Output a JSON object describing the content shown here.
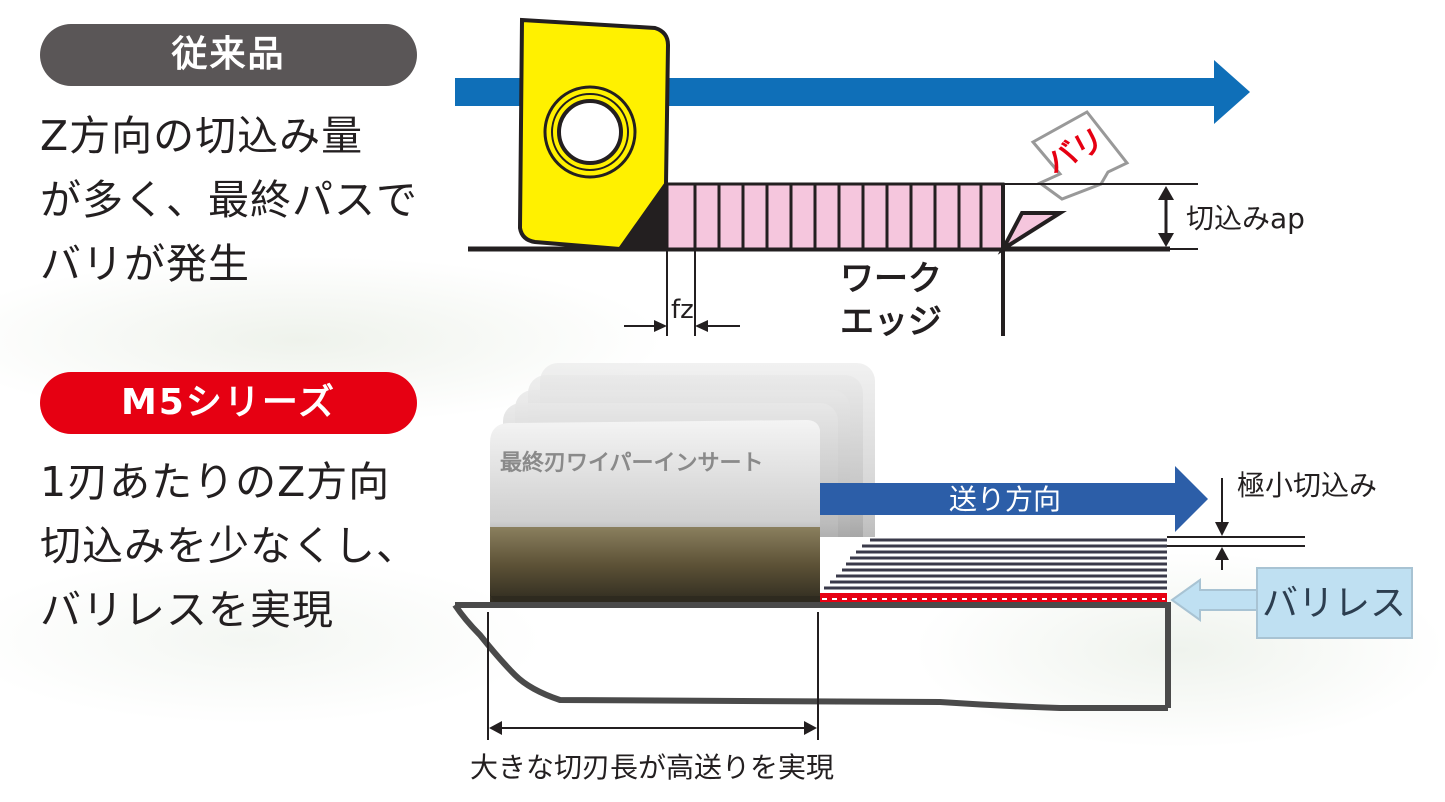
{
  "conventional": {
    "badge": "従来品",
    "description": [
      "Z方向の切込み量",
      "が多く、最終パスで",
      "バリが発生"
    ],
    "burr_label": "バリ",
    "depth_label": "切込みap",
    "feed_label": "fz",
    "work_edge_label": [
      "ワーク",
      "エッジ"
    ]
  },
  "m5": {
    "badge": "M5シリーズ",
    "description": [
      "1刃あたりのZ方向",
      "切込みを少なくし、",
      "バリレスを実現"
    ],
    "insert_label": "最終刃ワイパーインサート",
    "feed_direction_label": "送り方向",
    "min_depth_label": "極小切込み",
    "burrless_label": "バリレス",
    "cutting_edge_label": "大きな切刃長が高送りを実現"
  },
  "colors": {
    "gray_badge": "#5a5657",
    "red_badge": "#e60012",
    "arrow_blue": "#0f6fb8",
    "insert_yellow": "#fff100",
    "chip_pink": "#f5c6dd",
    "burrless_box": "#bfe0f2"
  }
}
